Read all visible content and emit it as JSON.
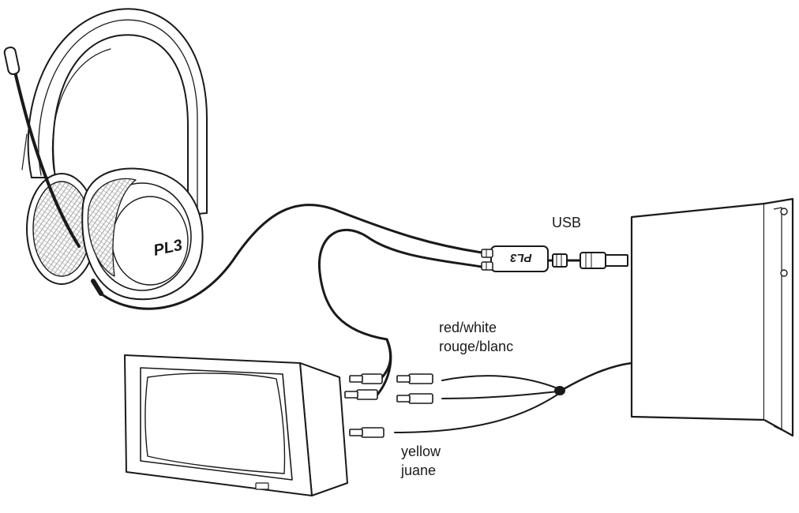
{
  "labels": {
    "usb": "USB",
    "audio_connection_en": "red/white",
    "audio_connection_fr": "rouge/blanc",
    "video_connection_en": "yellow",
    "video_connection_fr": "juane"
  },
  "devices": {
    "headset_brand_mark": "PL3",
    "amplifier_brand_mark": "PL3"
  },
  "colors": {
    "line": "#1a1a1a",
    "fill": "#ffffff",
    "earcup_mesh": "#9a9a9a"
  }
}
